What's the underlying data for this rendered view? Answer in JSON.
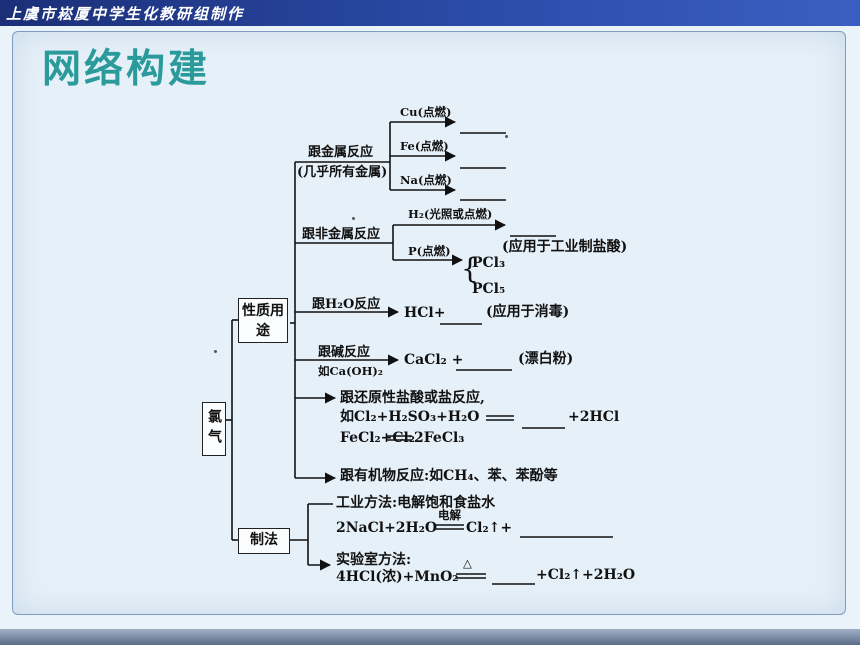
{
  "banner": {
    "text": "上虞市崧厦中学生化教研组制作"
  },
  "title": "网络构建",
  "root": "氯气",
  "branches": {
    "properties": "性质用途",
    "preparation": "制法"
  },
  "metals": {
    "label": "跟金属反应",
    "sub": "(几乎所有金属)",
    "items": [
      "Cu(点燃)",
      "Fe(点燃)",
      "Na(点燃)"
    ]
  },
  "nonmetals": {
    "label": "跟非金属反应",
    "h2": "H₂(光照或点燃)",
    "p": "P(点燃)",
    "pcl3": "PCl₃",
    "pcl5": "PCl₅",
    "note": "(应用于工业制盐酸)"
  },
  "water": {
    "label": "跟H₂O反应",
    "product": "HCl+",
    "note": "(应用于消毒)"
  },
  "base": {
    "label": "跟碱反应",
    "sub": "如Ca(OH)₂",
    "product": "CaCl₂ +",
    "note": "(漂白粉)"
  },
  "reducing": {
    "label": "跟还原性盐酸或盐反应,",
    "eq1_left": "如Cl₂+H₂SO₃+H₂O",
    "eq1_right": "+2HCl",
    "eq2_left": "FeCl₂+Cl₂",
    "eq2_right": "2FeCl₃"
  },
  "organic": {
    "label": "跟有机物反应:如CH₄、苯、苯酚等"
  },
  "industrial": {
    "label": "工业方法:电解饱和食盐水",
    "eq_left": "2NaCl+2H₂O",
    "condition": "电解",
    "eq_right": "Cl₂↑+"
  },
  "lab": {
    "label": "实验室方法:",
    "eq_left": "4HCl(浓)+MnO₂",
    "condition": "△",
    "eq_right": "+Cl₂↑+2H₂O"
  }
}
